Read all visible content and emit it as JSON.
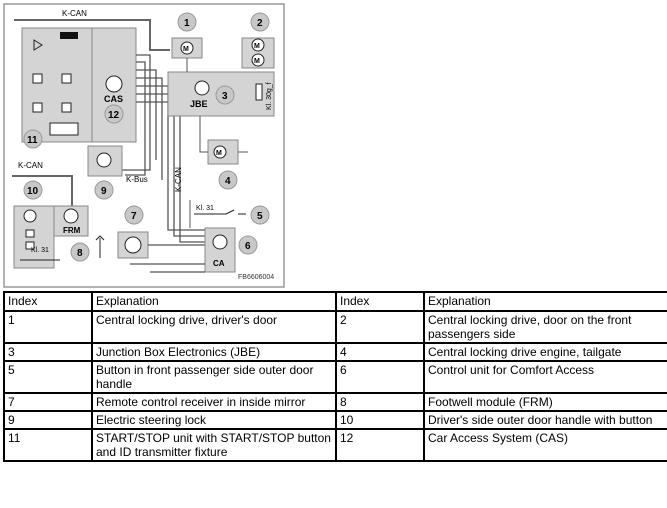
{
  "diagram": {
    "labels": {
      "kcan_top": "K-CAN",
      "kcan_left": "K-CAN",
      "kcan_vertical": "K-CAN",
      "kbus": "K-Bus",
      "cas": "CAS",
      "jbe": "JBE",
      "frm": "FRM",
      "ca": "CA",
      "kl30g": "Kl. 30g_f",
      "kl31_a": "Kl. 31",
      "kl31_b": "Kl. 31",
      "ref_code": "FB6606004"
    },
    "callouts": [
      "1",
      "2",
      "3",
      "4",
      "5",
      "6",
      "7",
      "8",
      "9",
      "10",
      "11",
      "12"
    ],
    "motor_symbol": "M"
  },
  "table": {
    "headers": [
      "Index",
      "Explanation",
      "Index",
      "Explanation"
    ],
    "rows": [
      [
        "1",
        "Central locking drive, driver's door",
        "2",
        "Central locking drive, door on the front passengers side"
      ],
      [
        "3",
        "Junction Box Electronics (JBE)",
        "4",
        "Central locking drive engine, tailgate"
      ],
      [
        "5",
        "Button in front passenger side outer door handle",
        "6",
        "Control unit for Comfort Access"
      ],
      [
        "7",
        "Remote control receiver in inside mirror",
        "8",
        "Footwell module (FRM)"
      ],
      [
        "9",
        "Electric steering lock",
        "10",
        "Driver's side outer door handle with button"
      ],
      [
        "11",
        "START/STOP unit with START/STOP button and ID transmitter fixture",
        "12",
        "Car Access System (CAS)"
      ]
    ]
  }
}
